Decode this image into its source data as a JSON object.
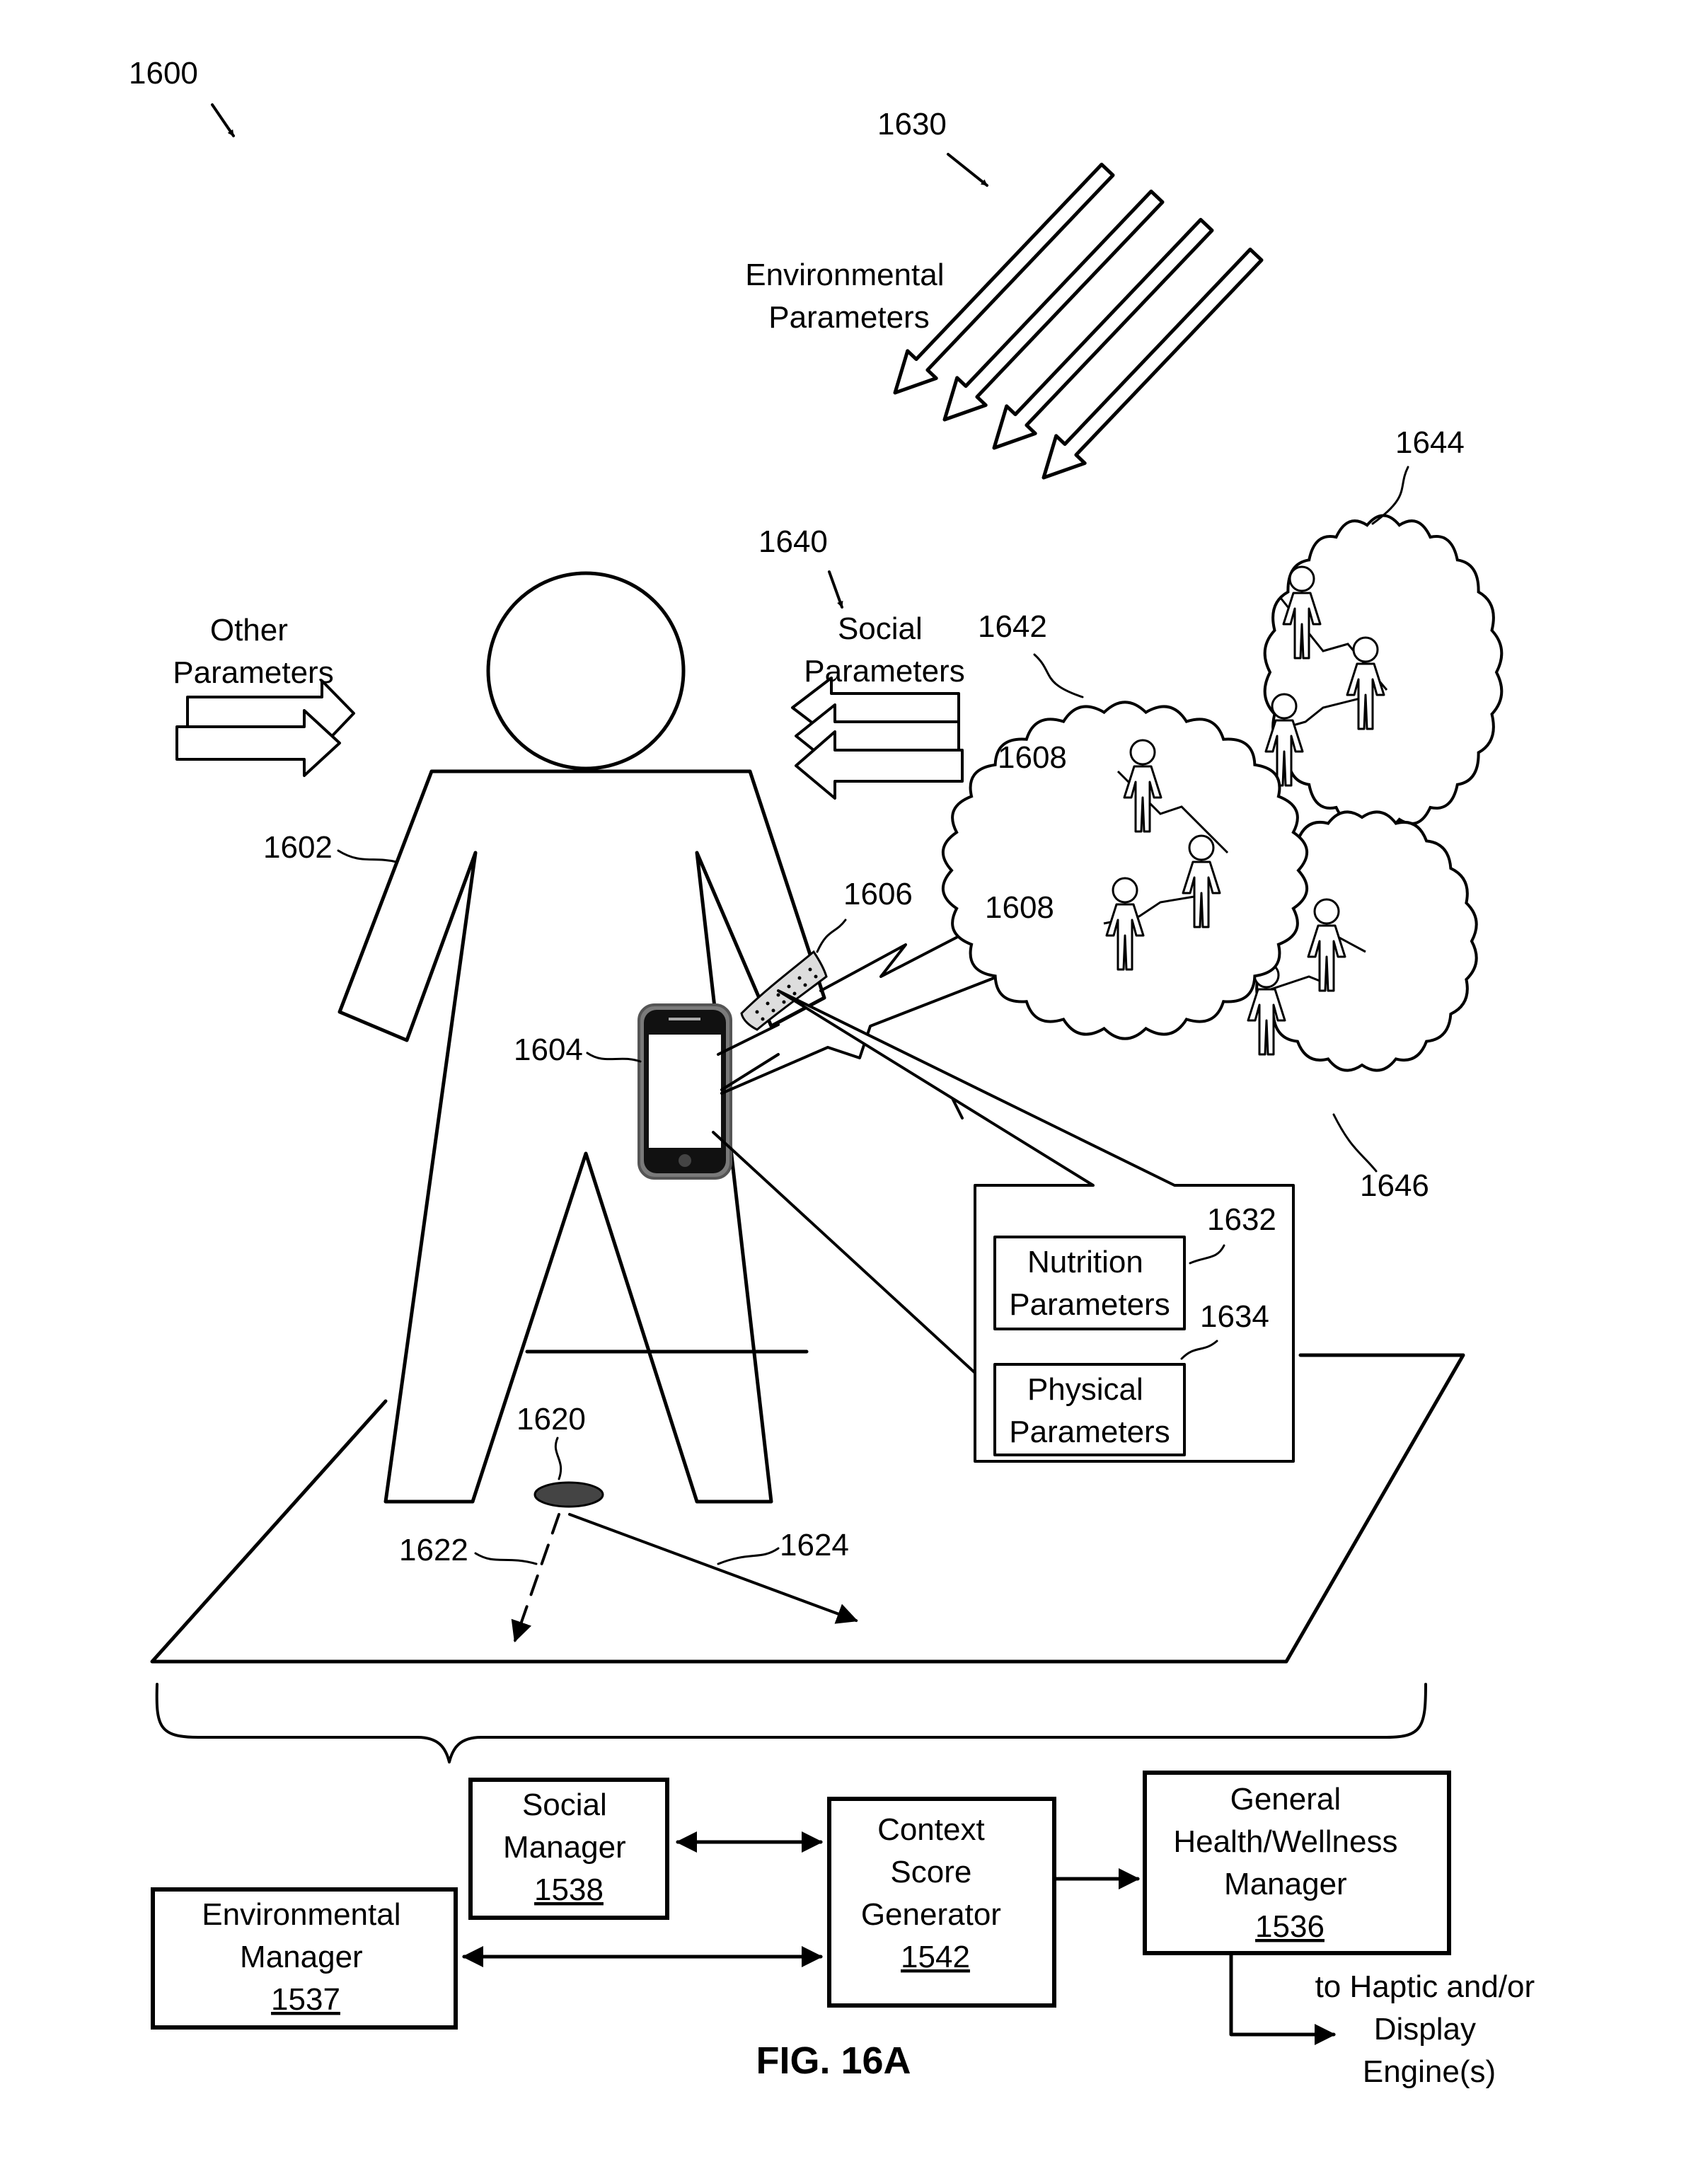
{
  "figure_label": "FIG. 16A",
  "refs": {
    "r1600": "1600",
    "r1630": "1630",
    "r1644": "1644",
    "r1640": "1640",
    "r1642": "1642",
    "r1602": "1602",
    "r1604": "1604",
    "r1606": "1606",
    "r1608a": "1608",
    "r1608b": "1608",
    "r1646": "1646",
    "r1632": "1632",
    "r1634": "1634",
    "r1620": "1620",
    "r1622": "1622",
    "r1624": "1624"
  },
  "labels": {
    "environmental_parameters": [
      "Environmental",
      "Parameters"
    ],
    "other_parameters": [
      "Other",
      "Parameters"
    ],
    "social_parameters": [
      "Social",
      "Parameters"
    ],
    "nutrition_parameters": [
      "Nutrition",
      "Parameters"
    ],
    "physical_parameters": [
      "Physical",
      "Parameters"
    ]
  },
  "blocks": {
    "social_manager": {
      "lines": [
        "Social",
        "Manager"
      ],
      "number": "1538"
    },
    "environmental_manager": {
      "lines": [
        "Environmental",
        "Manager"
      ],
      "number": "1537"
    },
    "context_score_generator": {
      "lines": [
        "Context",
        "Score",
        "Generator"
      ],
      "number": "1542"
    },
    "general_health_manager": {
      "lines": [
        "General",
        "Health/Wellness",
        "Manager"
      ],
      "number": "1536"
    }
  },
  "output_text": [
    "to Haptic and/or",
    "Display",
    "Engine(s)"
  ]
}
